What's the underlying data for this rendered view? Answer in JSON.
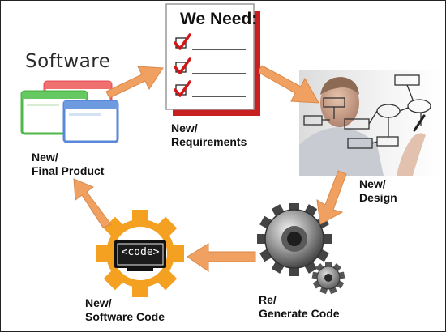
{
  "software_icon": {
    "title": "Software"
  },
  "checklist": {
    "title": "We Need:",
    "items_checked": 3
  },
  "code_icon": {
    "label": "<code>"
  },
  "stages": {
    "requirements": {
      "line1": "New/",
      "line2": "Requirements"
    },
    "design": {
      "line1": "New/",
      "line2": "Design"
    },
    "generate": {
      "line1": "Re/",
      "line2": "Generate Code"
    },
    "software_code": {
      "line1": "New/",
      "line2": "Software Code"
    },
    "final_product": {
      "line1": "New/",
      "line2": "Final Product"
    }
  },
  "colors": {
    "arrow": "#f0a060",
    "arrow_stroke": "#d98a4a",
    "gear": "#f4a020",
    "checklist_border": "#c82020",
    "check": "#d01818"
  },
  "icons": [
    "software-windows-icon",
    "checklist-icon",
    "design-flowchart-image",
    "gears-icon",
    "code-gear-icon"
  ]
}
